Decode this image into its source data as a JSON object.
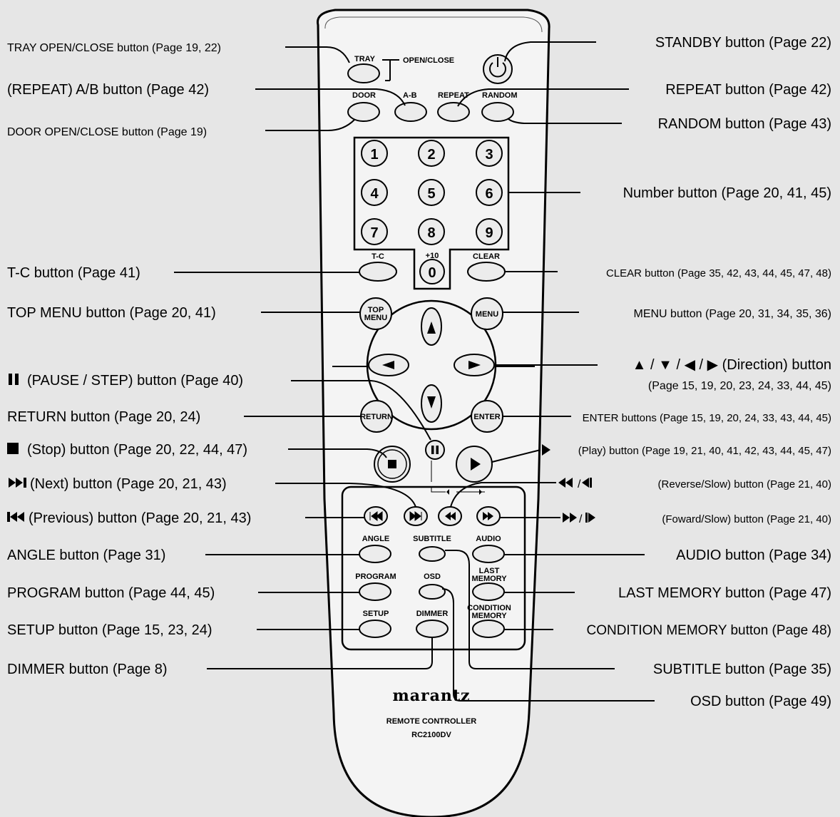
{
  "remote": {
    "brand": "marantz",
    "title": "REMOTE CONTROLLER",
    "model": "RC2100DV",
    "keys": {
      "tray": "TRAY",
      "open_close": "OPEN/CLOSE",
      "door": "DOOR",
      "ab": "A-B",
      "repeat": "REPEAT",
      "random": "RANDOM",
      "digits": [
        "1",
        "2",
        "3",
        "4",
        "5",
        "6",
        "7",
        "8",
        "9"
      ],
      "tc": "T-C",
      "plus10": "+10",
      "zero": "0",
      "clear": "CLEAR",
      "top_menu_1": "TOP",
      "top_menu_2": "MENU",
      "menu": "MENU",
      "return": "RETURN",
      "enter": "ENTER",
      "angle": "ANGLE",
      "subtitle": "SUBTITLE",
      "audio": "AUDIO",
      "program": "PROGRAM",
      "osd": "OSD",
      "last_1": "LAST",
      "last_2": "MEMORY",
      "setup": "SETUP",
      "dimmer": "DIMMER",
      "condition_1": "CONDITION",
      "condition_2": "MEMORY"
    }
  },
  "callouts": {
    "tray": "TRAY OPEN/CLOSE button (Page 19, 22)",
    "ab": "(REPEAT) A/B button (Page 42)",
    "door": "DOOR OPEN/CLOSE button (Page 19)",
    "tc": "T-C button (Page 41)",
    "top_menu": "TOP MENU button (Page 20, 41)",
    "pause": "(PAUSE / STEP) button (Page 40)",
    "return": "RETURN button (Page 20, 24)",
    "stop": "(Stop) button (Page 20, 22, 44, 47)",
    "next": "(Next) button (Page 20, 21, 43)",
    "previous": "(Previous) button (Page 20, 21, 43)",
    "angle": "ANGLE button (Page 31)",
    "program": "PROGRAM button (Page 44, 45)",
    "setup": "SETUP button (Page 15, 23, 24)",
    "dimmer": "DIMMER button (Page 8)",
    "standby": "STANDBY button (Page 22)",
    "repeat": "REPEAT button (Page 42)",
    "random": "RANDOM button (Page 43)",
    "number": "Number button (Page 20, 41, 45)",
    "clear": "CLEAR button (Page 35, 42, 43, 44, 45, 47, 48)",
    "menu": "MENU button (Page 20, 31, 34, 35, 36)",
    "direction_1": "▲ / ▼ / ◀ / ▶ (Direction) button",
    "direction_2": "(Page 15, 19, 20, 23, 24, 33, 44, 45)",
    "enter": "ENTER buttons (Page 15, 19, 20, 24, 33, 43, 44, 45)",
    "play": "(Play) button (Page 19, 21, 40, 41, 42, 43, 44, 45, 47)",
    "reverse": "(Reverse/Slow) button (Page 21, 40)",
    "forward": "(Foward/Slow) button (Page 21, 40)",
    "audio": "AUDIO button (Page 34)",
    "last_memory": "LAST MEMORY button (Page 47)",
    "condition_memory": "CONDITION MEMORY button (Page 48)",
    "subtitle": "SUBTITLE button (Page 35)",
    "osd": "OSD button (Page 49)"
  }
}
